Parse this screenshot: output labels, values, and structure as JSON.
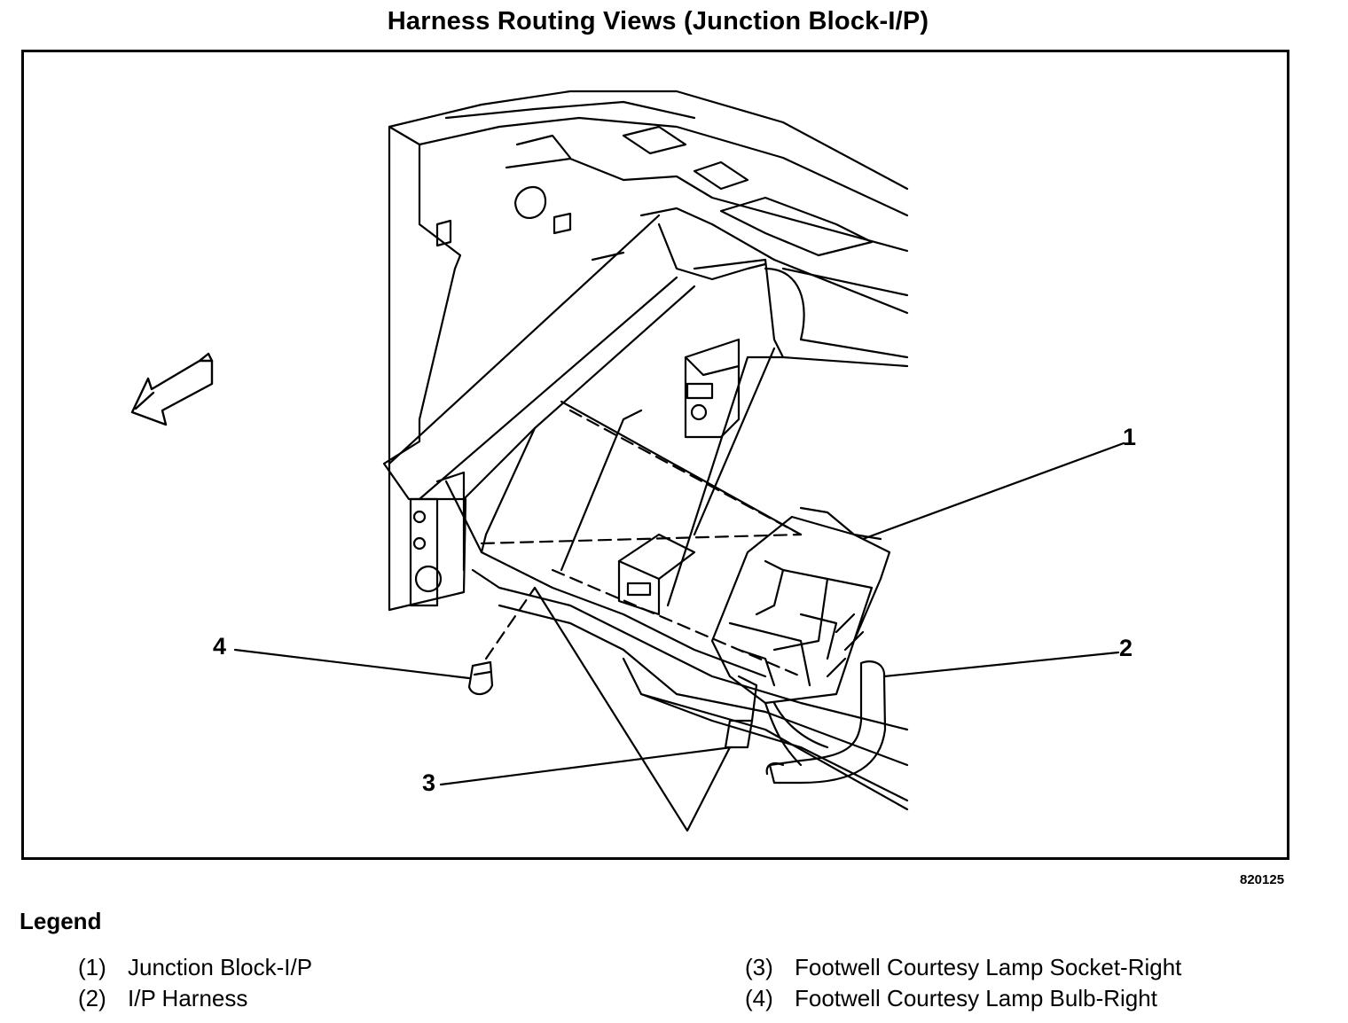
{
  "title": "Harness Routing Views (Junction Block-I/P)",
  "figure_number": "820125",
  "callouts": [
    "1",
    "2",
    "3",
    "4"
  ],
  "legend": {
    "heading": "Legend",
    "items": [
      {
        "num": "(1)",
        "label": "Junction Block-I/P"
      },
      {
        "num": "(2)",
        "label": "I/P Harness"
      },
      {
        "num": "(3)",
        "label": "Footwell Courtesy Lamp Socket-Right"
      },
      {
        "num": "(4)",
        "label": "Footwell Courtesy Lamp Bulb-Right"
      }
    ]
  },
  "icons": [
    "direction-arrow-icon"
  ]
}
